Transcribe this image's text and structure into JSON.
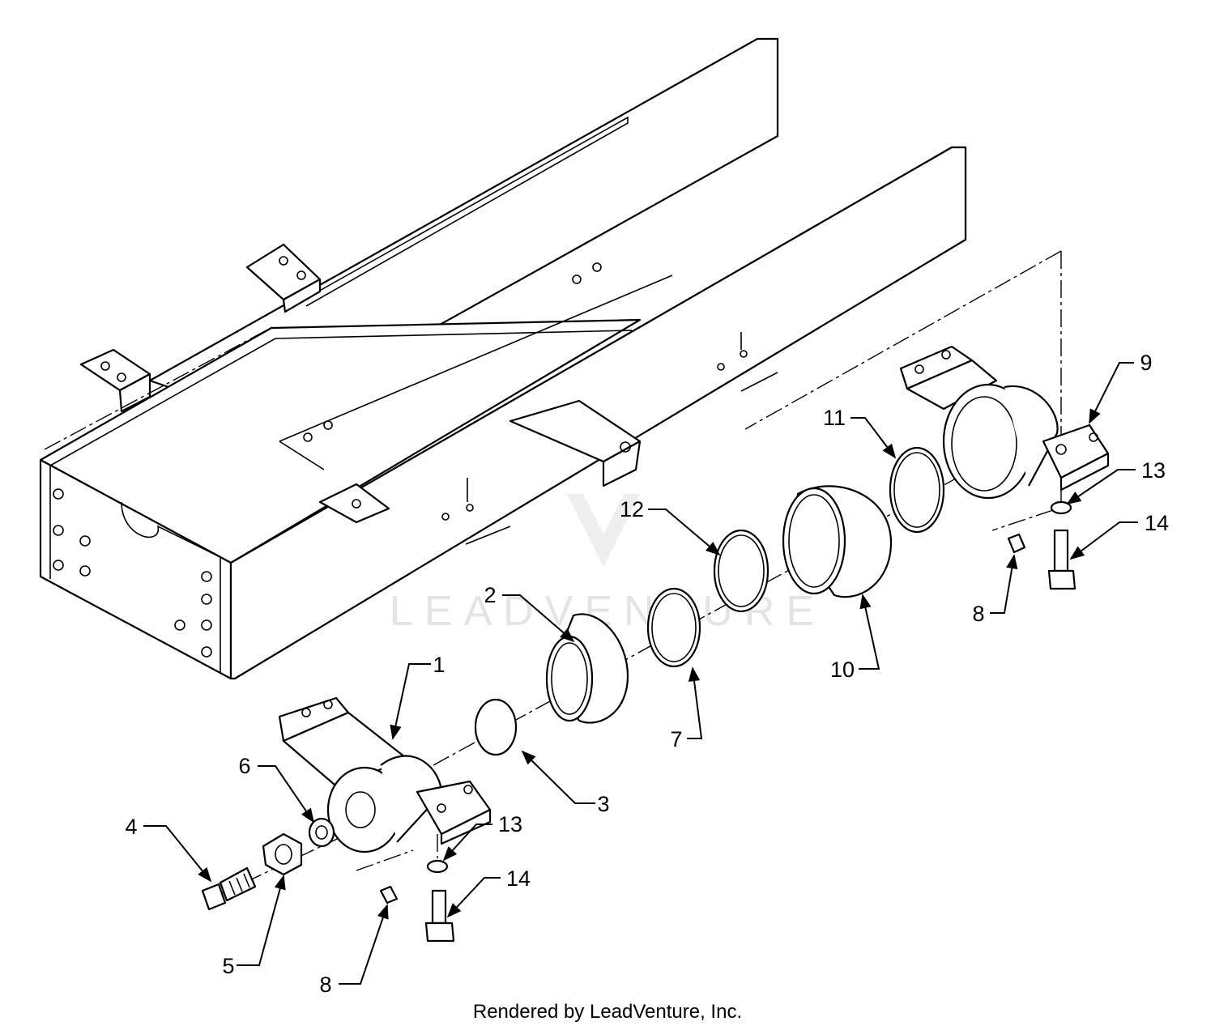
{
  "watermark": {
    "text": "LEADVENTURE"
  },
  "footer": {
    "credit": "Rendered by LeadVenture, Inc."
  },
  "callouts": [
    {
      "id": "1",
      "label": "1"
    },
    {
      "id": "2",
      "label": "2"
    },
    {
      "id": "3",
      "label": "3"
    },
    {
      "id": "4",
      "label": "4"
    },
    {
      "id": "5",
      "label": "5"
    },
    {
      "id": "6",
      "label": "6"
    },
    {
      "id": "7",
      "label": "7"
    },
    {
      "id": "8a",
      "label": "8"
    },
    {
      "id": "8b",
      "label": "8"
    },
    {
      "id": "9",
      "label": "9"
    },
    {
      "id": "10",
      "label": "10"
    },
    {
      "id": "11",
      "label": "11"
    },
    {
      "id": "12",
      "label": "12"
    },
    {
      "id": "13a",
      "label": "13"
    },
    {
      "id": "13b",
      "label": "13"
    },
    {
      "id": "14a",
      "label": "14"
    },
    {
      "id": "14b",
      "label": "14"
    }
  ]
}
